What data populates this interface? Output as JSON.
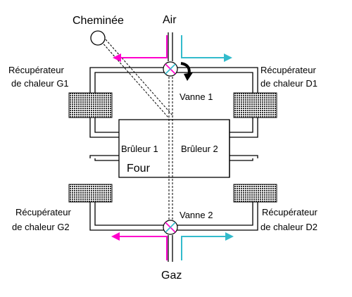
{
  "labels": {
    "cheminee": "Cheminée",
    "air": "Air",
    "gaz": "Gaz",
    "vanne1": "Vanne 1",
    "vanne2": "Vanne 2",
    "bruleur1": "Brûleur 1",
    "bruleur2": "Brûleur 2",
    "four": "Four",
    "recup_g1_line1": "Récupérateur",
    "recup_g1_line2": "de chaleur G1",
    "recup_d1_line1": "Récupérateur",
    "recup_d1_line2": "de chaleur D1",
    "recup_g2_line1": "Récupérateur",
    "recup_g2_line2": "de chaleur G2",
    "recup_d2_line1": "Récupérateur",
    "recup_d2_line2": "de chaleur D2"
  },
  "colors": {
    "left_flow": "#ff00cc",
    "right_flow": "#33bbcc",
    "valve_left": "#ff00cc",
    "valve_right": "#33bbcc"
  },
  "icons": {
    "valves": "valve-cross-icon",
    "recuperators": "heat-exchanger-block-icon",
    "chimney": "chimney-circle-icon",
    "rotation": "rotation-arrow-icon"
  }
}
